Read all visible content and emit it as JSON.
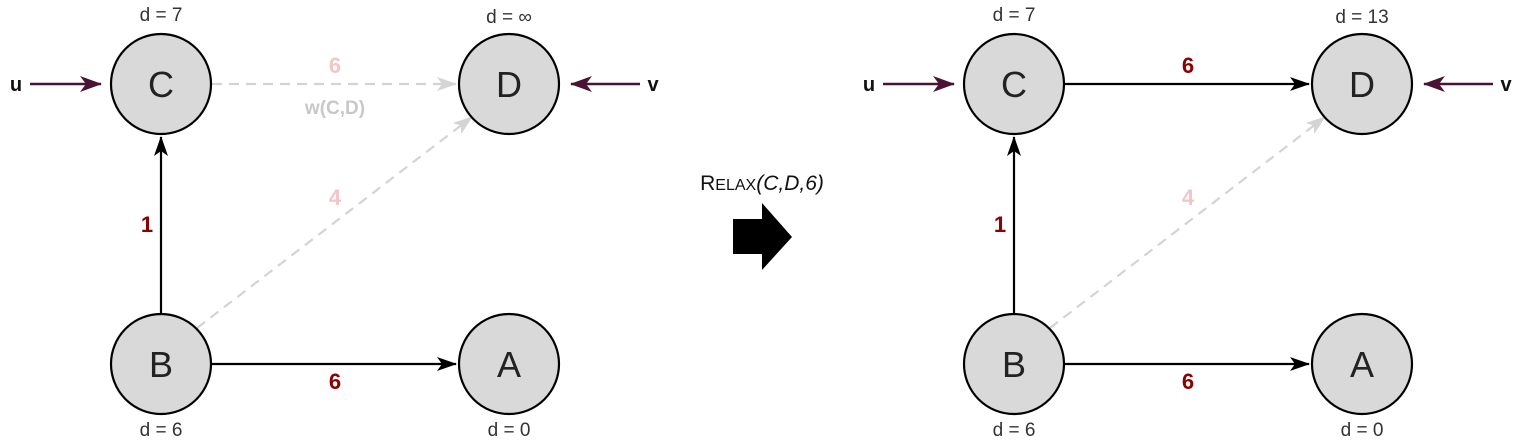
{
  "colors": {
    "node_fill": "#d9d9d9",
    "node_stroke": "#000000",
    "edge": "#000000",
    "edge_faded": "#d4d4d4",
    "weight_active": "#8b0000",
    "weight_faded": "#f2c6c6",
    "pointer": "#4a1233"
  },
  "left_graph": {
    "nodes": {
      "C": {
        "label": "C",
        "distance": "d = 7"
      },
      "D": {
        "label": "D",
        "distance": "d = ∞"
      },
      "B": {
        "label": "B",
        "distance": "d = 6"
      },
      "A": {
        "label": "A",
        "distance": "d = 0"
      }
    },
    "pointers": {
      "u": "u",
      "v": "v"
    },
    "edges": {
      "B_C": {
        "weight": "1"
      },
      "B_A": {
        "weight": "6"
      },
      "C_D": {
        "weight": "6",
        "note": "w(C,D)"
      },
      "B_D": {
        "weight": "4"
      }
    }
  },
  "operation": {
    "name_first": "R",
    "name_rest": "ELAX",
    "args": "(C,D,6)",
    "arrow_icon": "right-arrow-icon"
  },
  "right_graph": {
    "nodes": {
      "C": {
        "label": "C",
        "distance": "d = 7"
      },
      "D": {
        "label": "D",
        "distance": "d = 13"
      },
      "B": {
        "label": "B",
        "distance": "d = 6"
      },
      "A": {
        "label": "A",
        "distance": "d = 0"
      }
    },
    "pointers": {
      "u": "u",
      "v": "v"
    },
    "edges": {
      "B_C": {
        "weight": "1"
      },
      "B_A": {
        "weight": "6"
      },
      "C_D": {
        "weight": "6"
      },
      "B_D": {
        "weight": "4"
      }
    }
  }
}
